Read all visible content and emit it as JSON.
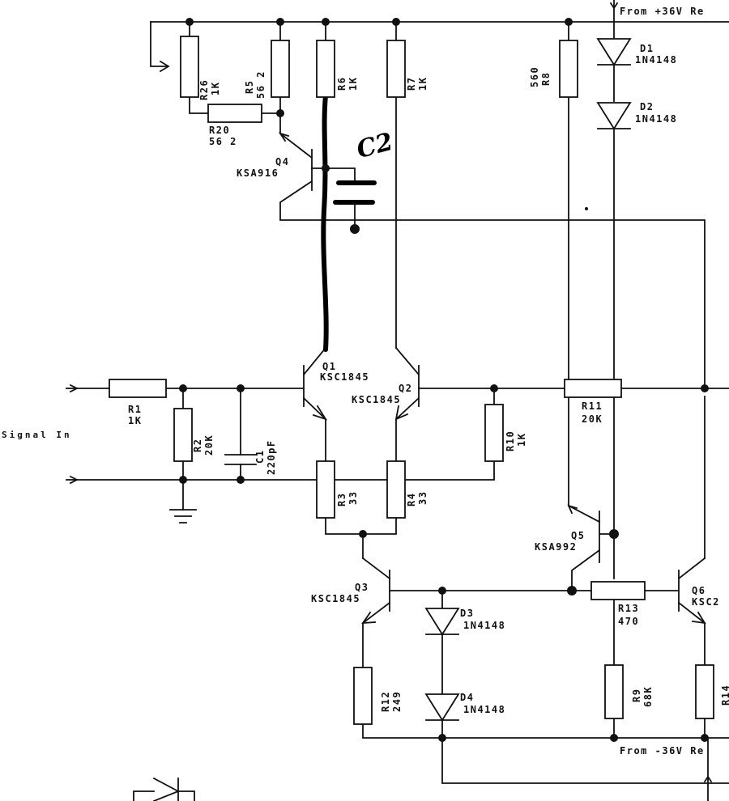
{
  "supply": {
    "positive": "From +36V Re",
    "negative": "From -36V Re"
  },
  "input": {
    "label": "Signal In"
  },
  "annotation": {
    "handwritten": "C2"
  },
  "resistors": {
    "R26": {
      "ref": "R26",
      "value": "1K"
    },
    "R5": {
      "ref": "R5",
      "value": "56 2"
    },
    "R6": {
      "ref": "R6",
      "value": "1K"
    },
    "R7": {
      "ref": "R7",
      "value": "1K"
    },
    "R8": {
      "ref": "R8",
      "value": "560"
    },
    "R20": {
      "ref": "R20",
      "value": "56 2"
    },
    "R1": {
      "ref": "R1",
      "value": "1K"
    },
    "R2": {
      "ref": "R2",
      "value": "20K"
    },
    "R3": {
      "ref": "R3",
      "value": "33"
    },
    "R4": {
      "ref": "R4",
      "value": "33"
    },
    "R10": {
      "ref": "R10",
      "value": "1K"
    },
    "R11": {
      "ref": "R11",
      "value": "20K"
    },
    "R12": {
      "ref": "R12",
      "value": "249"
    },
    "R13": {
      "ref": "R13",
      "value": "470"
    },
    "R9": {
      "ref": "R9",
      "value": "68K"
    },
    "R14": {
      "ref": "R14",
      "value": ""
    }
  },
  "capacitors": {
    "C1": {
      "ref": "C1",
      "value": "220pF"
    }
  },
  "transistors": {
    "Q1": {
      "ref": "Q1",
      "part": "KSC1845"
    },
    "Q2": {
      "ref": "Q2",
      "part": "KSC1845"
    },
    "Q3": {
      "ref": "Q3",
      "part": "KSC1845"
    },
    "Q4": {
      "ref": "Q4",
      "part": "KSA916"
    },
    "Q5": {
      "ref": "Q5",
      "part": "KSA992"
    },
    "Q6": {
      "ref": "Q6",
      "part": "KSC2"
    }
  },
  "diodes": {
    "D1": {
      "ref": "D1",
      "part": "1N4148"
    },
    "D2": {
      "ref": "D2",
      "part": "1N4148"
    },
    "D3": {
      "ref": "D3",
      "part": "1N4148"
    },
    "D4": {
      "ref": "D4",
      "part": "1N4148"
    }
  }
}
